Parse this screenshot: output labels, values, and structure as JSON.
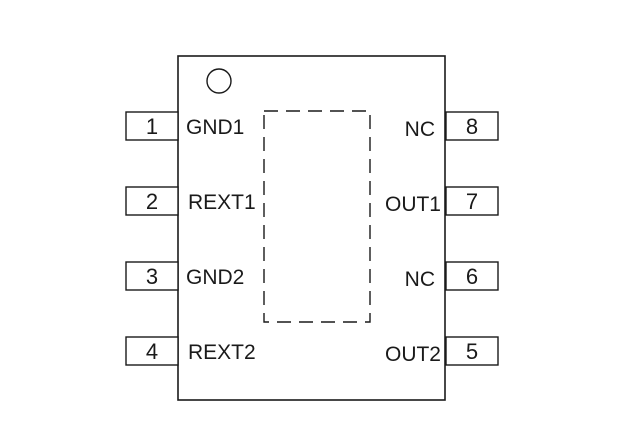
{
  "package": {
    "pins": [
      {
        "number": "1",
        "name": "GND1"
      },
      {
        "number": "2",
        "name": "REXT1"
      },
      {
        "number": "3",
        "name": "GND2"
      },
      {
        "number": "4",
        "name": "REXT2"
      },
      {
        "number": "5",
        "name": "OUT2"
      },
      {
        "number": "6",
        "name": "NC"
      },
      {
        "number": "7",
        "name": "OUT1"
      },
      {
        "number": "8",
        "name": "NC"
      }
    ]
  }
}
